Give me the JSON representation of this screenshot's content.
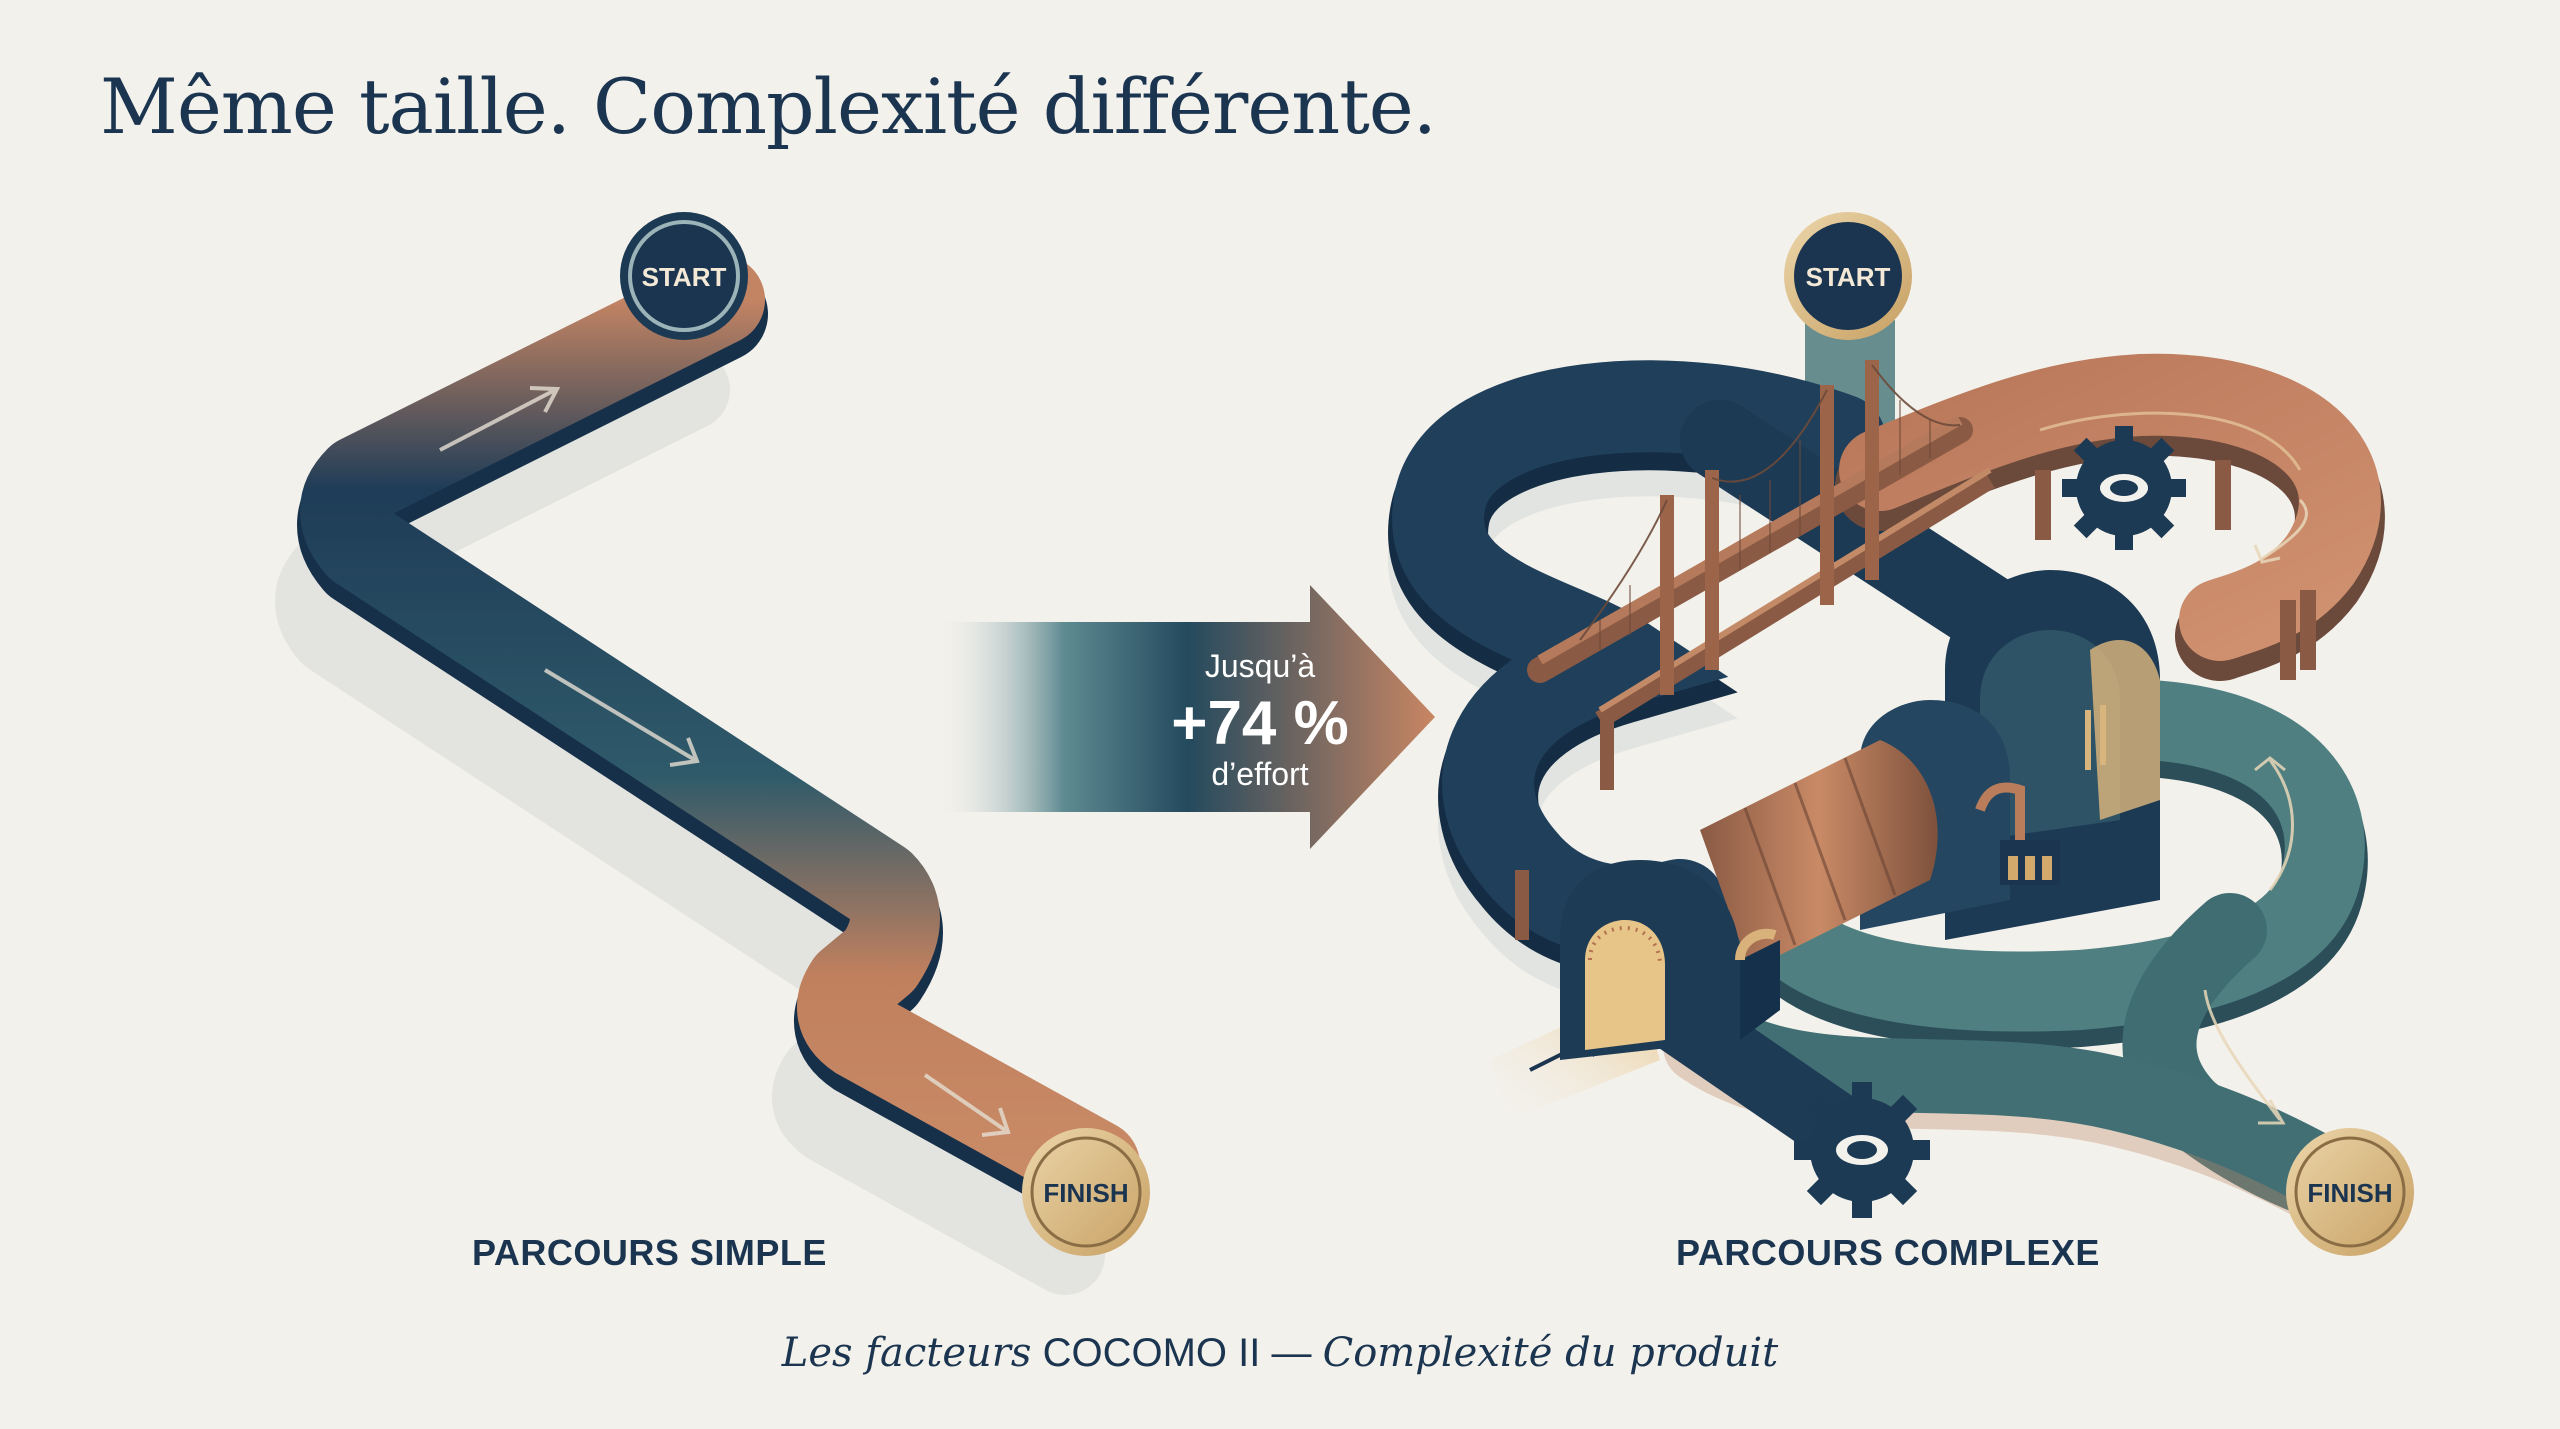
{
  "title": "Même taille. Complexité différente.",
  "simple": {
    "start_label": "START",
    "finish_label": "FINISH",
    "caption": "PARCOURS SIMPLE"
  },
  "complex": {
    "start_label": "START",
    "finish_label": "FINISH",
    "caption": "PARCOURS COMPLEXE"
  },
  "arrow": {
    "line1": "Jusqu’à",
    "line2": "+74 %",
    "line3": "d’effort"
  },
  "footer": {
    "script_left": "Les facteurs",
    "plain_mid": "COCOMO II —",
    "script_right": "Complexité du produit"
  },
  "colors": {
    "navy": "#1b3550",
    "teal": "#3d6b72",
    "copper": "#c0805e",
    "gold": "#d9bd8a",
    "background": "#f3f1ec"
  }
}
